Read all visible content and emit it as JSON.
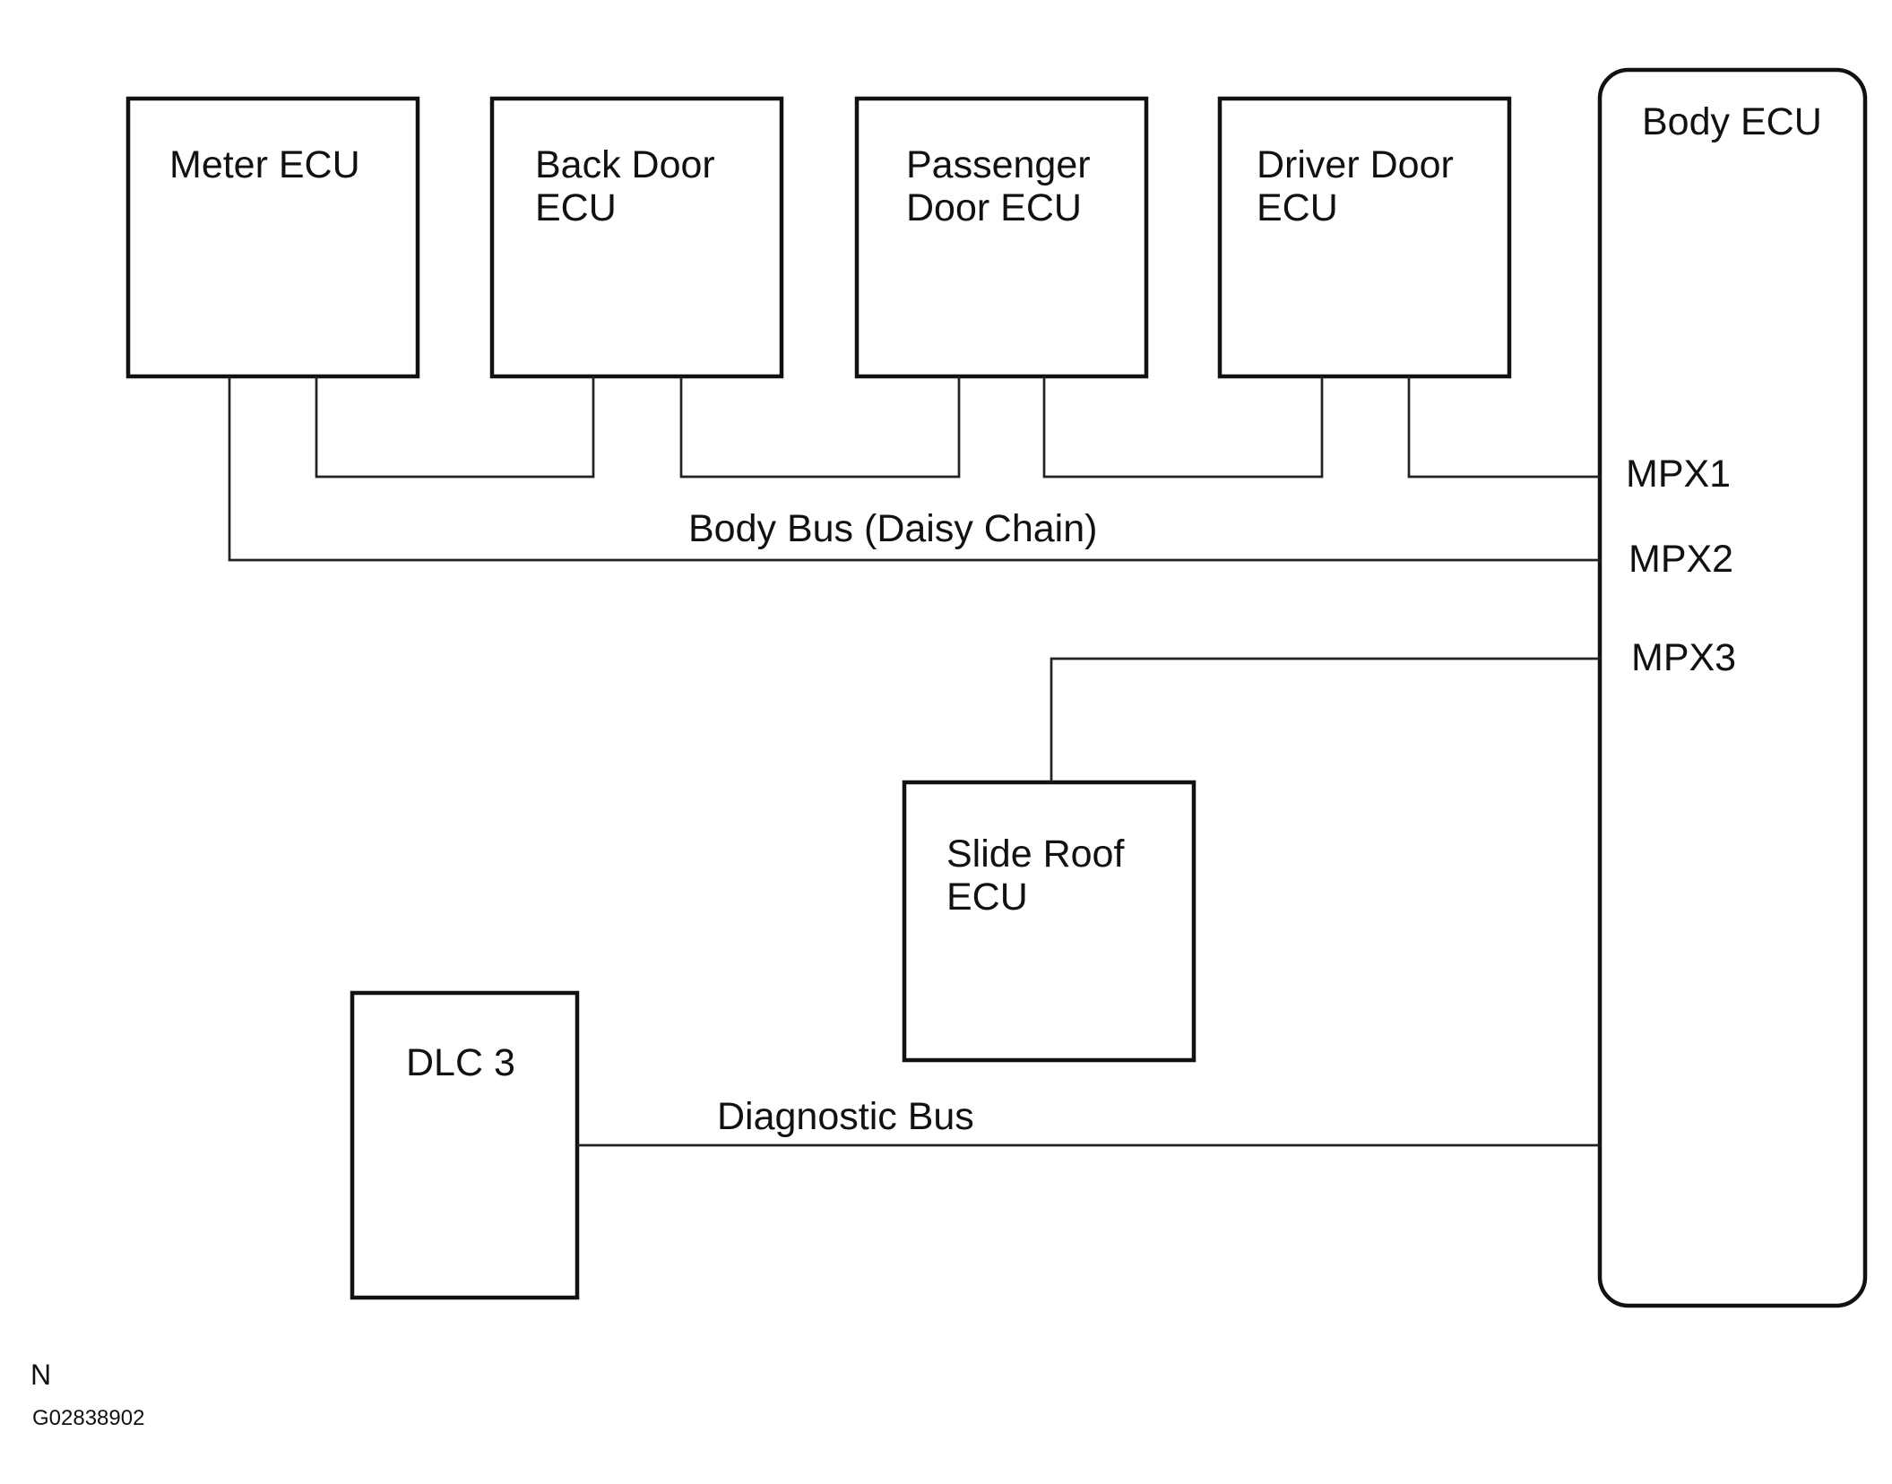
{
  "ecus": {
    "meter": {
      "label": "Meter ECU"
    },
    "back_door": {
      "line1": "Back Door",
      "line2": "ECU"
    },
    "passenger_door": {
      "line1": "Passenger",
      "line2": "Door ECU"
    },
    "driver_door": {
      "line1": "Driver Door",
      "line2": "ECU"
    },
    "body": {
      "label": "Body ECU"
    },
    "slide_roof": {
      "line1": "Slide Roof",
      "line2": "ECU"
    },
    "dlc": {
      "label": "DLC 3"
    }
  },
  "ports": {
    "mpx1": "MPX1",
    "mpx2": "MPX2",
    "mpx3": "MPX3"
  },
  "buses": {
    "body_bus": "Body Bus (Daisy Chain)",
    "diagnostic_bus": "Diagnostic Bus"
  },
  "footer": {
    "orientation": "N",
    "figure_code": "G02838902"
  }
}
